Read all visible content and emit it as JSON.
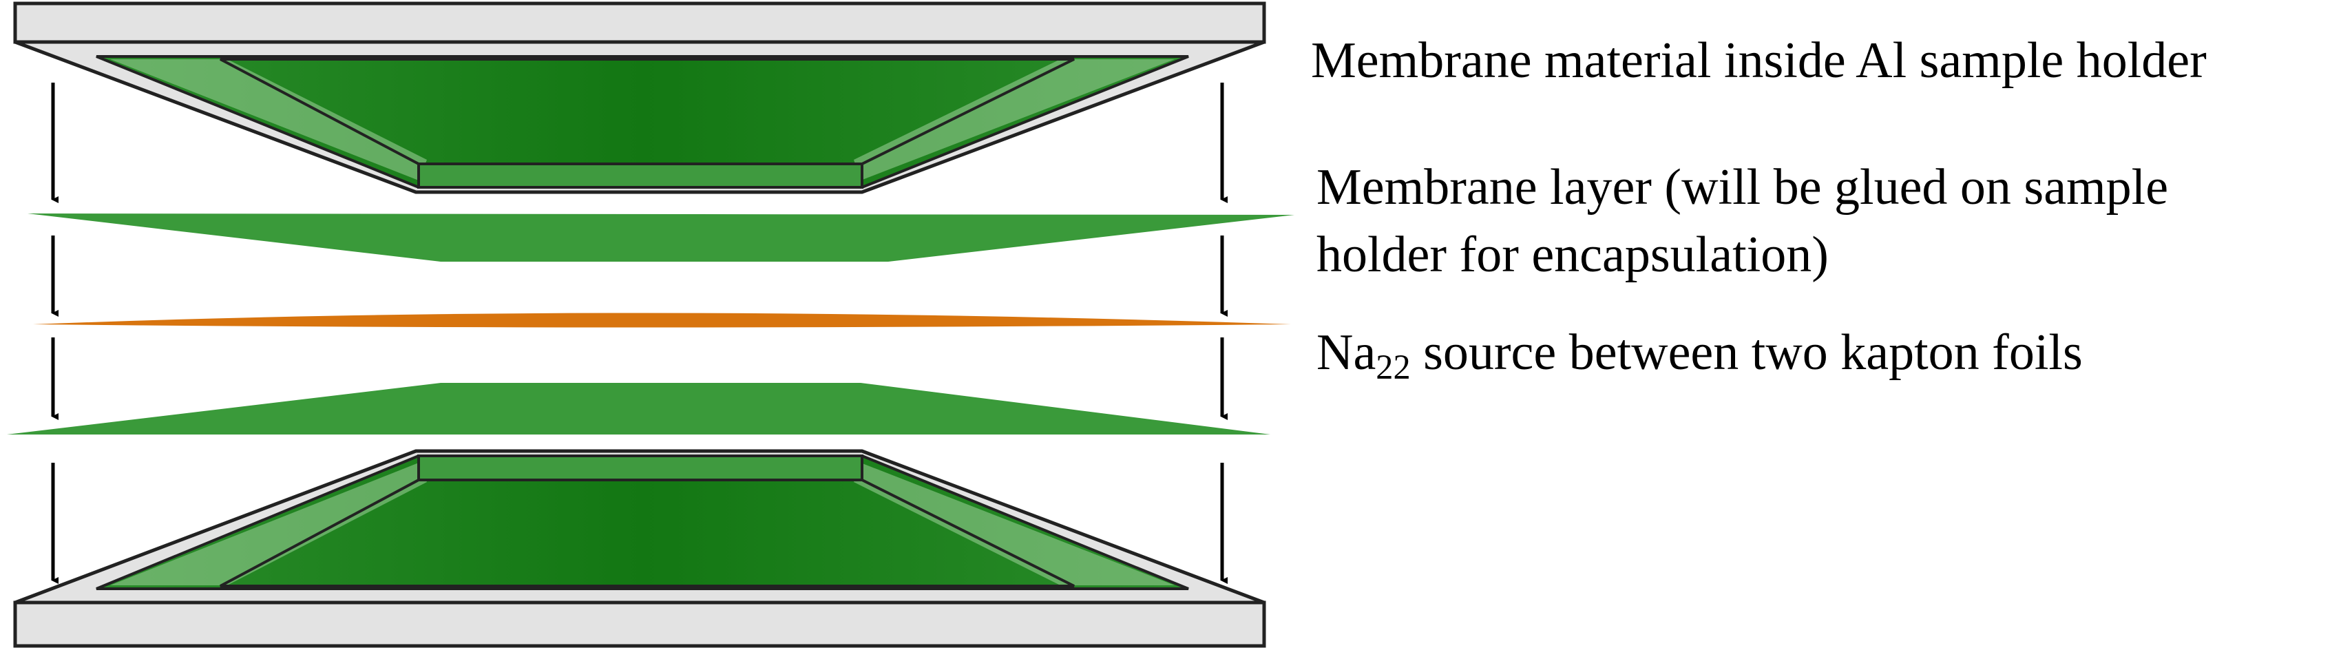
{
  "labels": {
    "top_holder": "Membrane material inside Al sample holder",
    "membrane_layer_line1": "Membrane layer (will be glued on sample",
    "membrane_layer_line2": "holder for encapsulation)",
    "source_prefix": "Na",
    "source_subscript": "22",
    "source_suffix": " source between two kapton foils"
  },
  "colors": {
    "holder_frame": "#e3e3e3",
    "holder_outline": "#222222",
    "membrane_fill": "#1a7d1a",
    "membrane_highlight": "#9fd19a",
    "membrane_layer": "#3a9a3a",
    "source_layer": "#d8740e",
    "arrow": "#000000"
  },
  "icons": {
    "arrows": "down-arrow-icon"
  }
}
